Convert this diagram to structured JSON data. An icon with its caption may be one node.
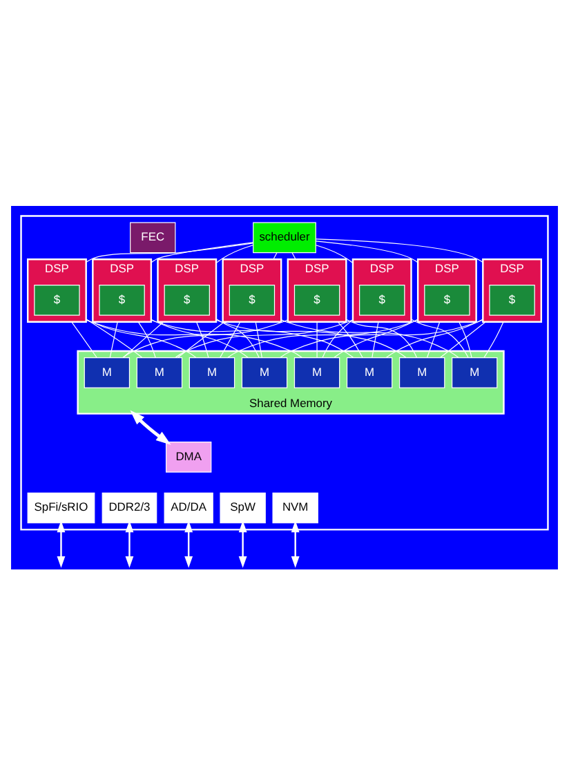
{
  "diagram": {
    "nodes": [
      {
        "text": [],
        "shape": "box"
      },
      {
        "text": [
          "scheduler"
        ],
        "in": 0
      },
      {
        "text": [
          "DSP"
        ],
        "in": 0
      },
      {
        "text": [
          "DSP"
        ],
        "in": 0
      },
      {
        "text": [
          "DSP"
        ],
        "in": 0
      },
      {
        "text": [
          "DSP"
        ],
        "in": 0
      },
      {
        "text": [
          "DSP"
        ],
        "in": 0
      },
      {
        "text": [
          "DSP"
        ],
        "in": 0
      },
      {
        "text": [
          "DSP"
        ],
        "in": 0
      },
      {
        "text": [
          "DSP"
        ],
        "in": 0
      },
      {
        "text": [
          "$"
        ],
        "in": 2
      },
      {
        "text": [
          "$"
        ],
        "in": 3
      },
      {
        "text": [
          "$"
        ],
        "in": 4
      },
      {
        "text": [
          "$"
        ],
        "in": 5
      },
      {
        "text": [
          "$"
        ],
        "in": 6
      },
      {
        "text": [
          "$"
        ],
        "in": 7
      },
      {
        "text": [
          "$"
        ],
        "in": 8
      },
      {
        "text": [
          "$"
        ],
        "in": 9
      },
      {
        "text": [
          "FEC"
        ],
        "in": 0
      },
      {
        "text": [
          "Shared Memory"
        ],
        "in": 0
      },
      {
        "text": [
          "M"
        ],
        "in": 19
      },
      {
        "text": [
          "M"
        ],
        "in": 19
      },
      {
        "text": [
          "M"
        ],
        "in": 19
      },
      {
        "text": [
          "M"
        ],
        "in": 19
      },
      {
        "text": [
          "M"
        ],
        "in": 19
      },
      {
        "text": [
          "M"
        ],
        "in": 19
      },
      {
        "text": [
          "M"
        ],
        "in": 19
      },
      {
        "text": [
          "M"
        ],
        "in": 19
      },
      {
        "text": [
          "DMA"
        ],
        "in": 0
      },
      {
        "text": [
          "SpFi/sRIO"
        ],
        "in": 0
      },
      {
        "text": [
          "DDR2/3"
        ],
        "in": 0
      },
      {
        "text": [
          "AD/DA"
        ],
        "in": 0
      },
      {
        "text": [
          "SpW"
        ],
        "in": 0
      },
      {
        "text": [
          "NVM"
        ],
        "in": 0
      }
    ],
    "edges": [
      {
        "from": 1,
        "to": 2,
        "arrow": "none"
      },
      {
        "from": 1,
        "to": 3,
        "arrow": "none"
      },
      {
        "from": 1,
        "to": 4,
        "arrow": "none"
      },
      {
        "from": 1,
        "to": 5,
        "arrow": "none"
      },
      {
        "from": 1,
        "to": 6,
        "arrow": "none"
      },
      {
        "from": 1,
        "to": 7,
        "arrow": "none"
      },
      {
        "from": 1,
        "to": 8,
        "arrow": "none"
      },
      {
        "from": 1,
        "to": 9,
        "arrow": "none"
      },
      {
        "from": 2,
        "to": 20,
        "arrow": "none"
      },
      {
        "from": 2,
        "to": 21,
        "arrow": "none"
      },
      {
        "from": 2,
        "to": 22,
        "arrow": "none"
      },
      {
        "from": 2,
        "to": 24,
        "arrow": "none"
      },
      {
        "from": 3,
        "to": 21,
        "arrow": "none"
      },
      {
        "from": 3,
        "to": 20,
        "arrow": "none"
      },
      {
        "from": 3,
        "to": 23,
        "arrow": "none"
      },
      {
        "from": 3,
        "to": 25,
        "arrow": "none"
      },
      {
        "from": 4,
        "to": 22,
        "arrow": "none"
      },
      {
        "from": 4,
        "to": 23,
        "arrow": "none"
      },
      {
        "from": 4,
        "to": 20,
        "arrow": "none"
      },
      {
        "from": 4,
        "to": 26,
        "arrow": "none"
      },
      {
        "from": 5,
        "to": 23,
        "arrow": "none"
      },
      {
        "from": 5,
        "to": 22,
        "arrow": "none"
      },
      {
        "from": 5,
        "to": 21,
        "arrow": "none"
      },
      {
        "from": 5,
        "to": 27,
        "arrow": "none"
      },
      {
        "from": 6,
        "to": 24,
        "arrow": "none"
      },
      {
        "from": 6,
        "to": 25,
        "arrow": "none"
      },
      {
        "from": 6,
        "to": 26,
        "arrow": "none"
      },
      {
        "from": 6,
        "to": 20,
        "arrow": "none"
      },
      {
        "from": 7,
        "to": 25,
        "arrow": "none"
      },
      {
        "from": 7,
        "to": 24,
        "arrow": "none"
      },
      {
        "from": 7,
        "to": 27,
        "arrow": "none"
      },
      {
        "from": 7,
        "to": 21,
        "arrow": "none"
      },
      {
        "from": 8,
        "to": 26,
        "arrow": "none"
      },
      {
        "from": 8,
        "to": 27,
        "arrow": "none"
      },
      {
        "from": 8,
        "to": 24,
        "arrow": "none"
      },
      {
        "from": 8,
        "to": 22,
        "arrow": "none"
      },
      {
        "from": 9,
        "to": 27,
        "arrow": "none"
      },
      {
        "from": 9,
        "to": 26,
        "arrow": "none"
      },
      {
        "from": 9,
        "to": 25,
        "arrow": "none"
      },
      {
        "from": 9,
        "to": 23,
        "arrow": "none"
      },
      {
        "from": 19,
        "to": 28,
        "arrow": "both",
        "style": "thick"
      },
      {
        "from": 29,
        "to": null,
        "arrow": "both"
      },
      {
        "from": 30,
        "to": null,
        "arrow": "both"
      },
      {
        "from": 31,
        "to": null,
        "arrow": "both"
      },
      {
        "from": 32,
        "to": null,
        "arrow": "both"
      },
      {
        "from": 33,
        "to": null,
        "arrow": "both"
      }
    ]
  }
}
